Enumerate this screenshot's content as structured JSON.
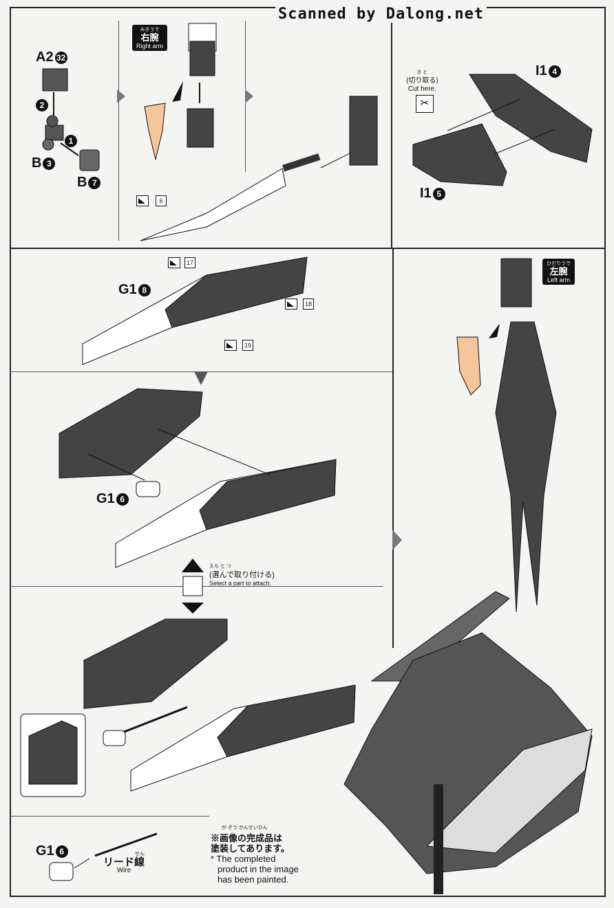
{
  "header": {
    "scanned_by": "Scanned by Dalong.net"
  },
  "step1": {
    "part_a": "A2",
    "part_a_num": "32",
    "part_b1": "B",
    "part_b1_num": "3",
    "part_b2": "B",
    "part_b2_num": "7",
    "order1": "1",
    "order2": "2"
  },
  "right_arm": {
    "ruby": "みぎうで",
    "jp": "右腕",
    "en": "Right arm",
    "sticker": "6"
  },
  "cut": {
    "ruby": "き  と",
    "jp": "(切り取る)",
    "en": "Cut here."
  },
  "step2": {
    "part1": "I1",
    "part1_num": "4",
    "part2": "I1",
    "part2_num": "5"
  },
  "step3": {
    "part": "G1",
    "part_num": "8",
    "sticker_a": "17",
    "sticker_b": "18",
    "sticker_c": "19"
  },
  "step4": {
    "part": "G1",
    "part_num": "6"
  },
  "select": {
    "ruby": "えら    と  つ",
    "jp": "(選んで取り付ける)",
    "en": "Select a part to attach."
  },
  "left_arm": {
    "ruby": "ひだりうで",
    "jp": "左腕",
    "en": "Left arm"
  },
  "wire": {
    "part": "G1",
    "part_num": "6",
    "ruby": "せん",
    "jp": "リード線",
    "en": "Wire"
  },
  "footnote": {
    "ruby": "が ぞう   かんせいひん",
    "jp1": "※画像の完成品は",
    "jp2": "塗装してあります。",
    "en1": "* The completed",
    "en2": "product in the image",
    "en3": "has been painted."
  }
}
